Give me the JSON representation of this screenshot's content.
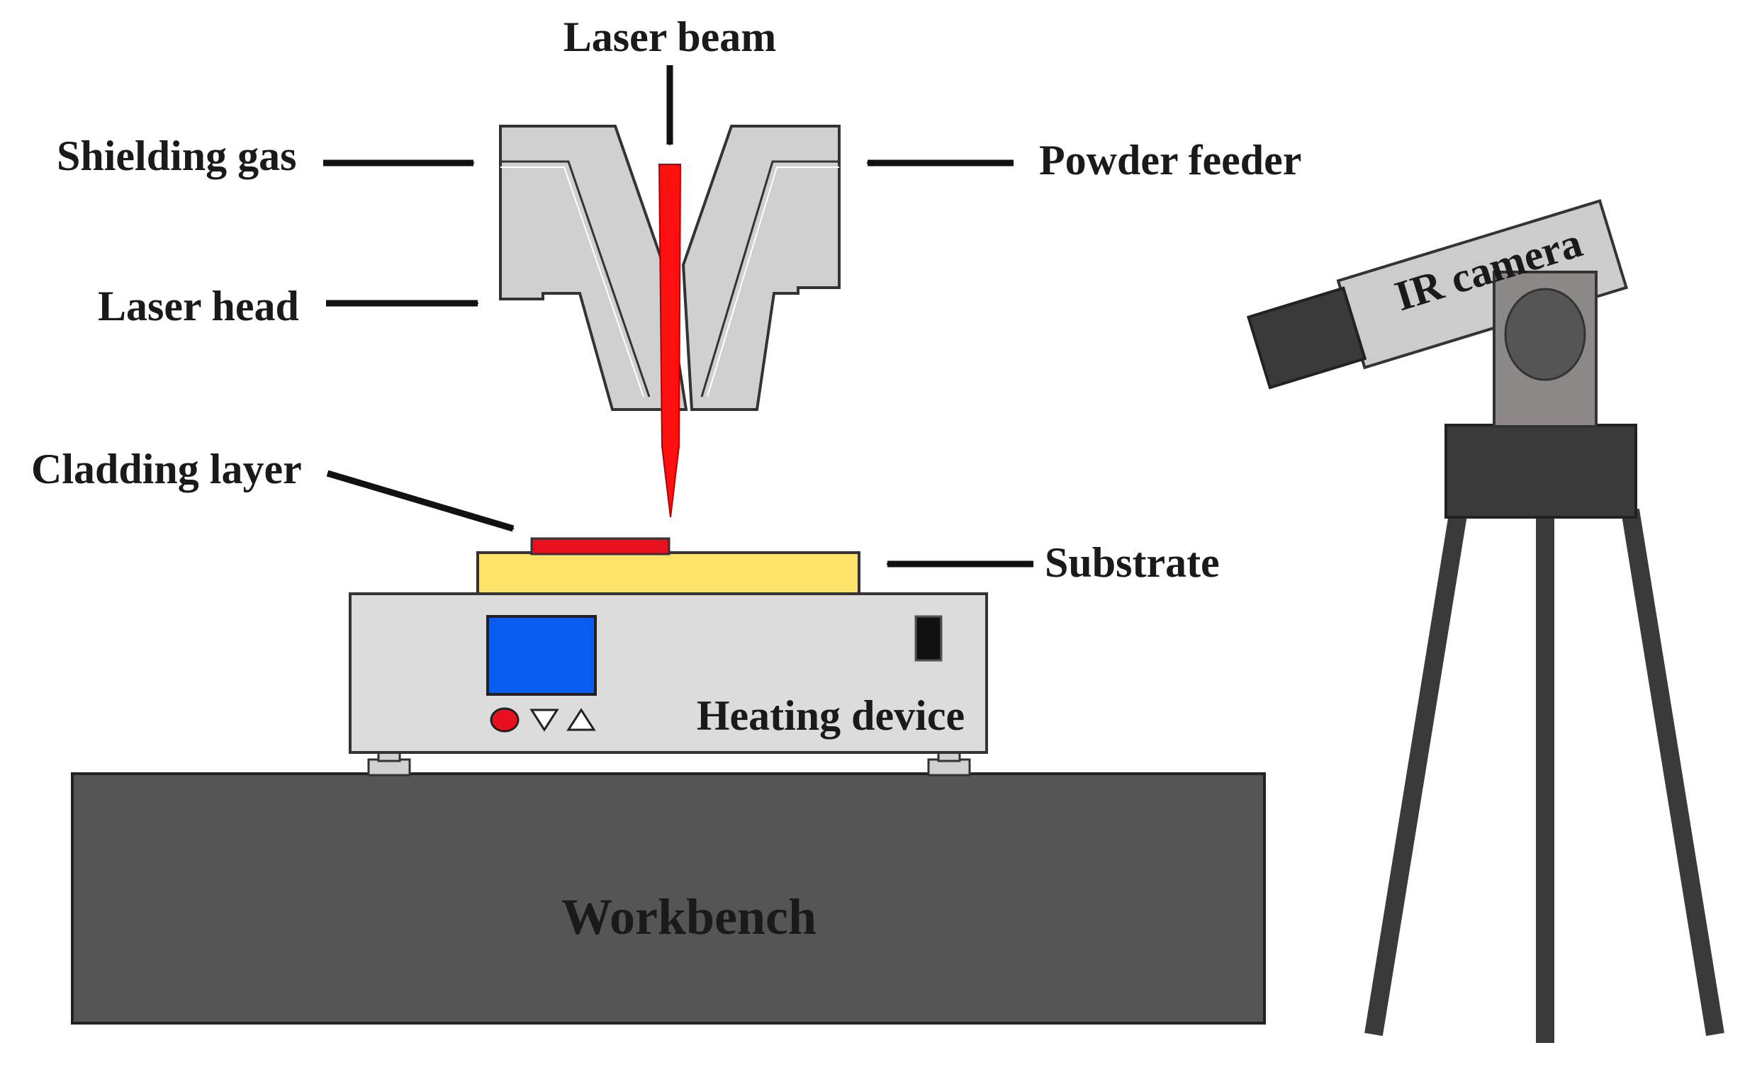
{
  "labels": {
    "laser_beam": "Laser beam",
    "shielding_gas": "Shielding gas",
    "powder_feeder": "Powder feeder",
    "laser_head": "Laser head",
    "cladding_layer": "Cladding layer",
    "substrate": "Substrate",
    "heating_device": "Heating device",
    "workbench": "Workbench",
    "ir_camera": "IR camera"
  },
  "colors": {
    "laser": "#ff1010",
    "nozzle": "#d0d0d0",
    "substrate": "#fde36a",
    "cladding": "#e8101c",
    "heater_body": "#dcdcdc",
    "display": "#0a5cf0",
    "workbench": "#555555",
    "tripod": "#3a3a3a",
    "camera_body": "#cccccc",
    "camera_lens": "#3a3a3a"
  }
}
